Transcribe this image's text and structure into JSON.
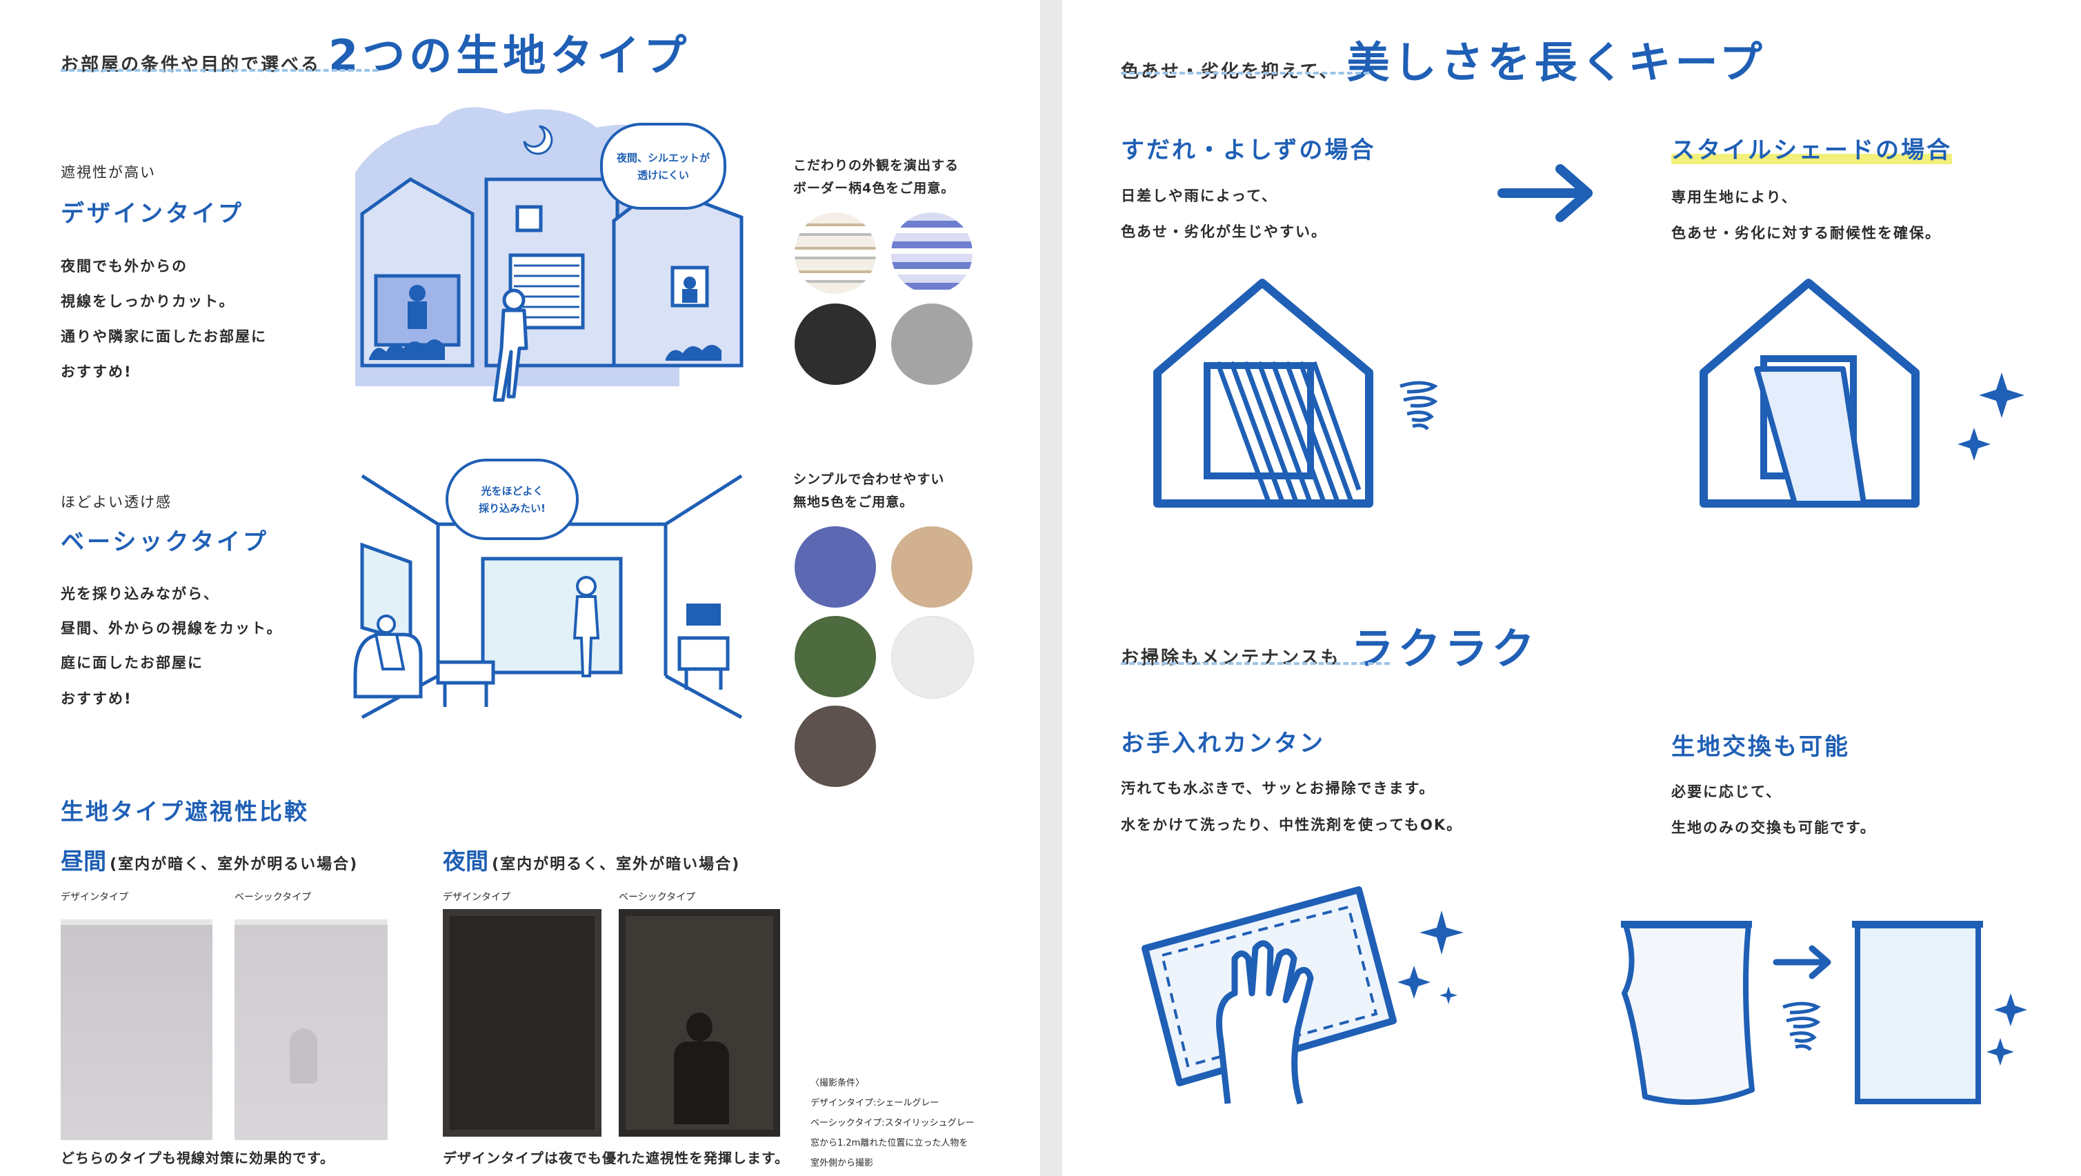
{
  "left": {
    "header": {
      "small": "お部屋の条件や目的で選べる",
      "big": "2つの生地タイプ"
    },
    "design": {
      "sub": "遮視性が高い",
      "title": "デザインタイプ",
      "lines": [
        "夜間でも外からの",
        "視線をしっかりカット。",
        "通りや隣家に面したお部屋に",
        "おすすめ!"
      ],
      "bubble": [
        "夜間、シルエットが",
        "透けにくい"
      ],
      "swatch_note": [
        "こだわりの外観を演出する",
        "ボーダー柄4色をご用意。"
      ]
    },
    "basic": {
      "sub": "ほどよい透け感",
      "title": "ベーシックタイプ",
      "lines": [
        "光を採り込みながら、",
        "昼間、外からの視線をカット。",
        "庭に面したお部屋に",
        "おすすめ!"
      ],
      "bubble": [
        "光をほどよく",
        "採り込みたい!"
      ],
      "swatch_note": [
        "シンプルで合わせやすい",
        "無地5色をご用意。"
      ]
    },
    "compare": {
      "title": "生地タイプ遮視性比較",
      "day_label": "昼間",
      "day_note": "(室内が暗く、室外が明るい場合)",
      "night_label": "夜間",
      "night_note": "(室内が明るく、室外が暗い場合)",
      "design_label": "デザインタイプ",
      "basic_label": "ベーシックタイプ",
      "day_caption": "どちらのタイプも視線対策に効果的です。",
      "night_caption": "デザインタイプは夜でも優れた遮視性を発揮します。",
      "conditions": [
        "〈撮影条件〉",
        "デザインタイプ:シェールグレー",
        "ベーシックタイプ:スタイリッシュグレー",
        "窓から1.2m離れた位置に立った人物を",
        "室外側から撮影"
      ]
    },
    "colors": {
      "design_swatches": [
        "#e8e3d8",
        "#6f7fcf",
        "#2e2e2e",
        "#a4a4a4"
      ],
      "basic_swatches": [
        "#5d68b2",
        "#d1b190",
        "#4e6a3f",
        "#ebebeb",
        "#5e524e"
      ]
    }
  },
  "right": {
    "header": {
      "small": "色あせ・劣化を抑えて、",
      "big": "美しさを長くキープ"
    },
    "sudare": {
      "title": "すだれ・よしずの場合",
      "lines": [
        "日差しや雨によって、",
        "色あせ・劣化が生じやすい。"
      ]
    },
    "style": {
      "title": "スタイルシェードの場合",
      "lines": [
        "専用生地により、",
        "色あせ・劣化に対する耐候性を確保。"
      ]
    },
    "header2": {
      "small": "お掃除もメンテナンスも",
      "big": "ラクラク"
    },
    "care": {
      "title": "お手入れカンタン",
      "lines": [
        "汚れても水ぶきで、サッとお掃除できます。",
        "水をかけて洗ったり、中性洗剤を使ってもOK。"
      ]
    },
    "exchange": {
      "title": "生地交換も可能",
      "lines": [
        "必要に応じて、",
        "生地のみの交換も可能です。"
      ]
    }
  }
}
